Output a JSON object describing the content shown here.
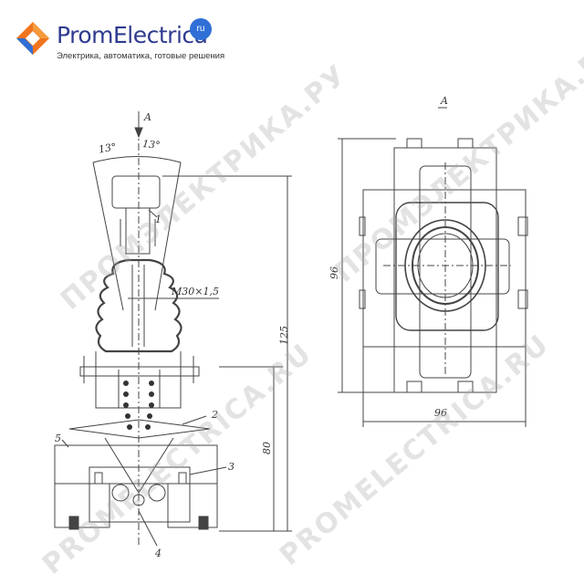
{
  "brand": {
    "name": "PromElectrica",
    "tld": "ru",
    "tagline": "Электрика, автоматика, готовые решения",
    "colors": {
      "orange": "#f0741e",
      "blue": "#2f6fd6",
      "navy": "#2f3b8f"
    }
  },
  "watermarks": [
    "ПРОМЭЛЕКТРИКА.РУ",
    "ПРОМЭЛЕКТРИКА.РУ",
    "PROMELECTRICA.RU",
    "PROMELECTRICA.RU"
  ],
  "drawing": {
    "view_arrow": "A",
    "view_title": "A",
    "angle_left": "13°",
    "angle_right": "13°",
    "thread": "M30×1,5",
    "dim_height_total": "125",
    "dim_height_lower": "80",
    "dim_side_height": "96",
    "dim_side_width": "96",
    "parts": [
      "1",
      "2",
      "3",
      "4",
      "5"
    ]
  }
}
